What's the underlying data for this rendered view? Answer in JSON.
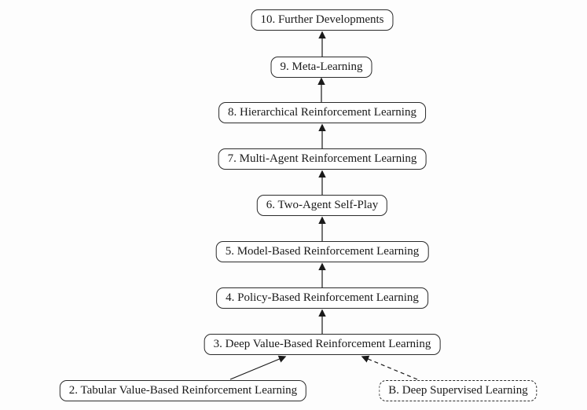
{
  "diagram": {
    "kind": "chapter-flow",
    "nodes": [
      {
        "id": "n10",
        "label": "10. Further Developments",
        "border": "solid"
      },
      {
        "id": "n9",
        "label": "9. Meta-Learning",
        "border": "solid"
      },
      {
        "id": "n8",
        "label": "8. Hierarchical Reinforcement Learning",
        "border": "solid"
      },
      {
        "id": "n7",
        "label": "7. Multi-Agent Reinforcement Learning",
        "border": "solid"
      },
      {
        "id": "n6",
        "label": "6. Two-Agent Self-Play",
        "border": "solid"
      },
      {
        "id": "n5",
        "label": "5. Model-Based Reinforcement Learning",
        "border": "solid"
      },
      {
        "id": "n4",
        "label": "4. Policy-Based Reinforcement Learning",
        "border": "solid"
      },
      {
        "id": "n3",
        "label": "3. Deep Value-Based Reinforcement Learning",
        "border": "solid"
      },
      {
        "id": "n2",
        "label": "2. Tabular Value-Based Reinforcement Learning",
        "border": "solid"
      },
      {
        "id": "nB",
        "label": "B. Deep Supervised Learning",
        "border": "dashed"
      }
    ],
    "edges": [
      {
        "from": "n9",
        "to": "n10",
        "style": "solid"
      },
      {
        "from": "n8",
        "to": "n9",
        "style": "solid"
      },
      {
        "from": "n7",
        "to": "n8",
        "style": "solid"
      },
      {
        "from": "n6",
        "to": "n7",
        "style": "solid"
      },
      {
        "from": "n5",
        "to": "n6",
        "style": "solid"
      },
      {
        "from": "n4",
        "to": "n5",
        "style": "solid"
      },
      {
        "from": "n3",
        "to": "n4",
        "style": "solid"
      },
      {
        "from": "n2",
        "to": "n3",
        "style": "solid"
      },
      {
        "from": "nB",
        "to": "n3",
        "style": "dashed"
      }
    ],
    "colors": {
      "stroke": "#1a1a1a",
      "node_fill": "#ffffff",
      "background": "#fdfdfd"
    }
  }
}
